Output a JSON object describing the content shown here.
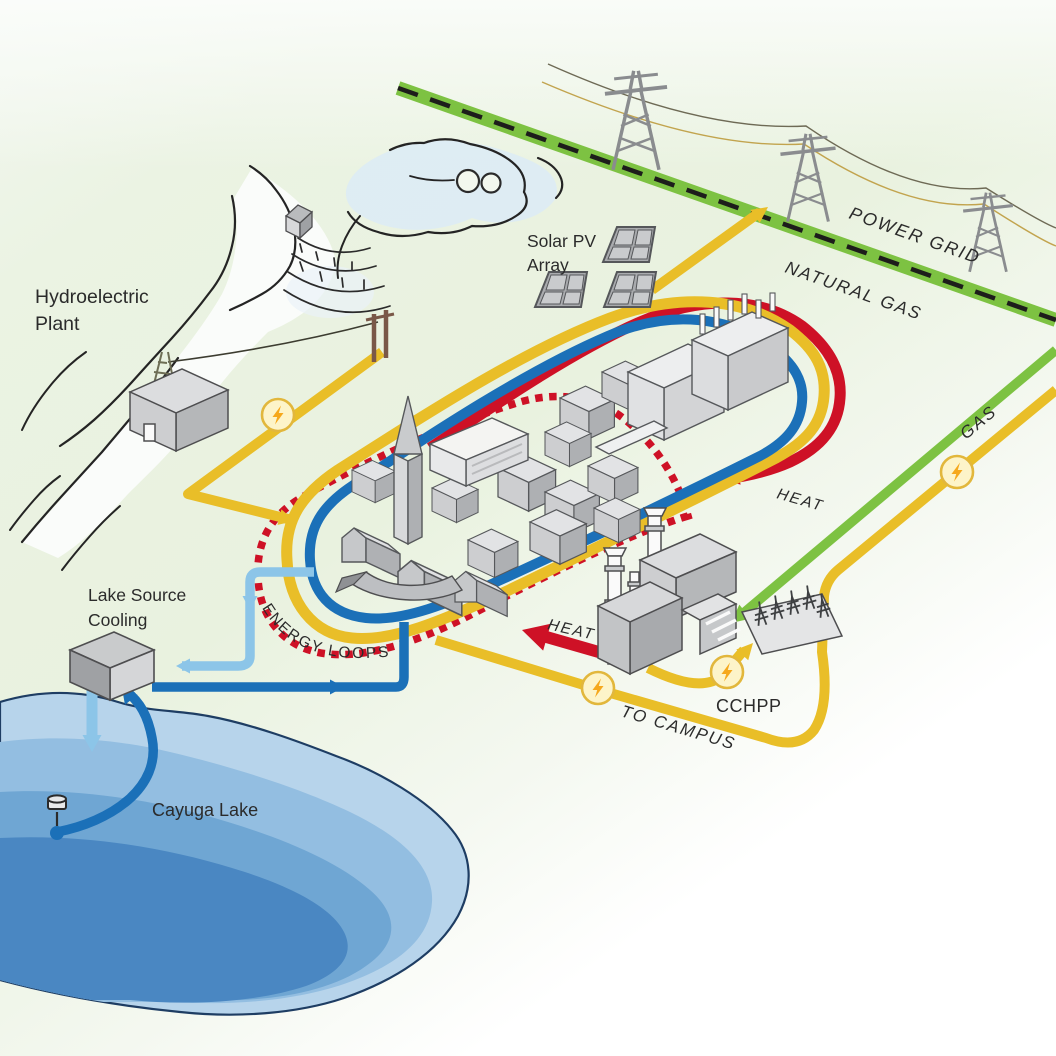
{
  "title": "Campus energy systems illustration",
  "labels": {
    "hydro_line1": "Hydroelectric",
    "hydro_line2": "Plant",
    "solar_line1": "Solar PV",
    "solar_line2": "Array",
    "power_grid": "POWER GRID",
    "natural_gas": "NATURAL GAS",
    "gas": "GAS",
    "heat_upper": "HEAT",
    "heat_plant": "HEAT",
    "energy_loops": "ENERGY LOOPS",
    "to_campus": "TO CAMPUS",
    "cchpp": "CCHPP",
    "lake_source_line1": "Lake Source",
    "lake_source_line2": "Cooling",
    "cayuga_lake": "Cayuga Lake"
  },
  "icons": {
    "lightning_bolt": "⚡"
  },
  "colors": {
    "electricity_yellow": "#E9BE28",
    "heat_red": "#CE1126",
    "chilled_water_blue": "#1B70B8",
    "warm_water_blue": "#8CC5E8",
    "natural_gas_green": "#7DC242",
    "lake_blue": "#4A87C2",
    "lightning_fill": "#FDF4C9",
    "lightning_ring": "#E2B73C",
    "lightning_bolt": "#F6A81C",
    "building_gray": "#C9CBCD",
    "text_dark": "#2B2B2B"
  }
}
